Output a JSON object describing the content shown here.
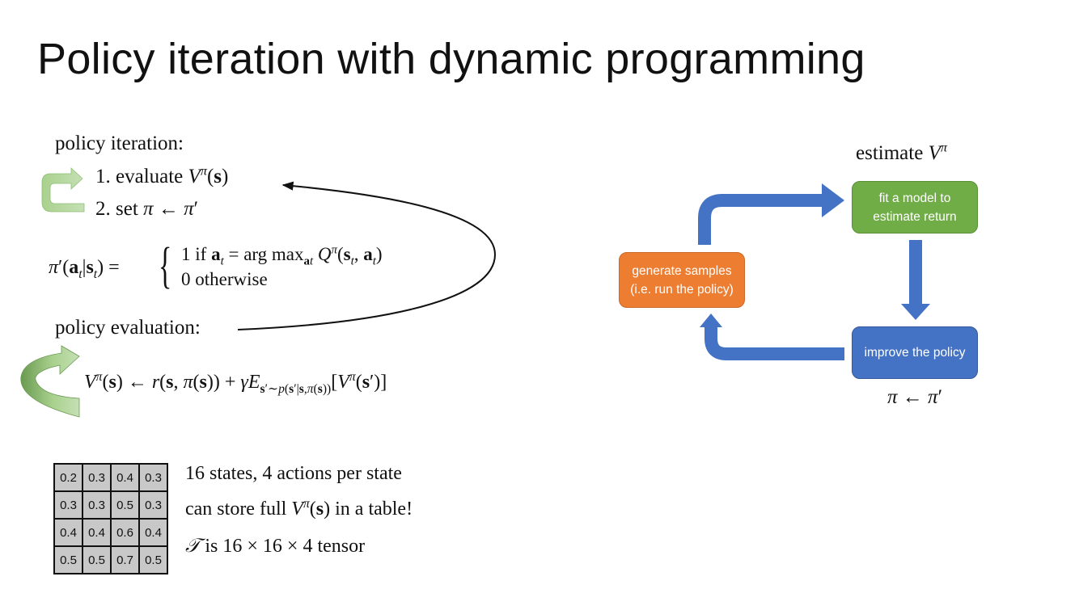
{
  "title": "Policy iteration with dynamic programming",
  "left": {
    "heading": "policy iteration:",
    "steps": [
      {
        "num": "1.",
        "text": "evaluate"
      },
      {
        "num": "2.",
        "text": "set"
      }
    ],
    "case_if": "1 if",
    "case_otherwise": "0 otherwise",
    "eval_heading": "policy evaluation:"
  },
  "grid": {
    "cells": [
      "0.2",
      "0.3",
      "0.4",
      "0.3",
      "0.3",
      "0.3",
      "0.5",
      "0.3",
      "0.4",
      "0.4",
      "0.6",
      "0.4",
      "0.5",
      "0.5",
      "0.7",
      "0.5"
    ]
  },
  "facts": {
    "line1": "16 states, 4 actions per state",
    "line2_pre": "can store full",
    "line2_post": "in a table!",
    "line3": "is 16 × 16 × 4 tensor"
  },
  "diagram": {
    "estimate_label": "estimate",
    "fit_box": "fit a model to estimate return",
    "generate_box": "generate samples (i.e. run the policy)",
    "improve_box": "improve the policy",
    "colors": {
      "green": "#70ad47",
      "orange": "#ed7d31",
      "blue": "#4472c4"
    }
  }
}
